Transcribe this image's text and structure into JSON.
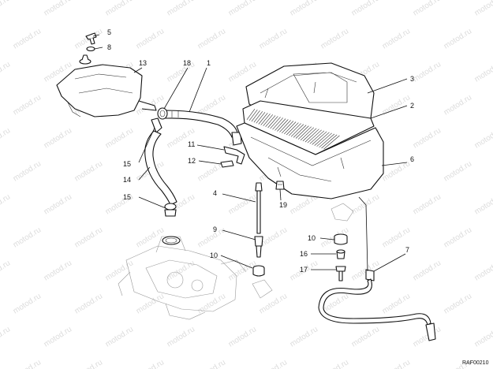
{
  "diagram": {
    "drawing_code": "RAF00210",
    "watermark": "motod.ru",
    "callouts": {
      "c1": "1",
      "c2": "2",
      "c3": "3",
      "c4": "4",
      "c5": "5",
      "c6": "6",
      "c7": "7",
      "c8": "8",
      "c9": "9",
      "c10a": "10",
      "c10b": "10",
      "c11": "11",
      "c12": "12",
      "c13": "13",
      "c14": "14",
      "c15a": "15",
      "c15b": "15",
      "c16": "16",
      "c17": "17",
      "c18": "18",
      "c19": "19"
    }
  }
}
